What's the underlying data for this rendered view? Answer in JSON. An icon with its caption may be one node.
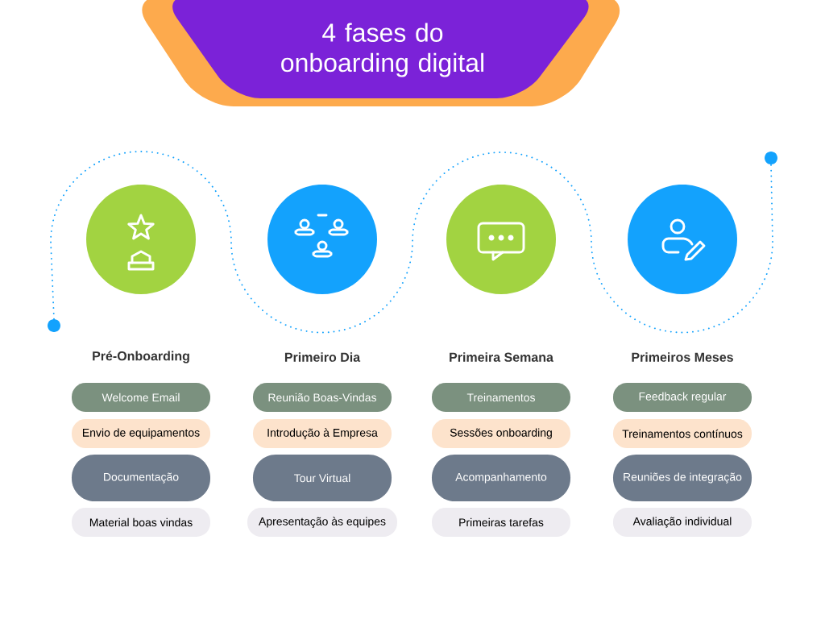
{
  "diagram": {
    "title": "4 fases do onboarding digital",
    "nodes": [
      {
        "text": [],
        "shape": "circle"
      },
      {
        "text": [
          "Pré-Onboarding"
        ]
      },
      {
        "text": [
          "Welcome Email"
        ]
      },
      {
        "text": [
          "Envio de equipamentos"
        ]
      },
      {
        "text": [
          "Documentação"
        ]
      },
      {
        "text": [
          "Material boas vindas"
        ]
      },
      {
        "text": [],
        "shape": "circle"
      },
      {
        "text": [
          "Primeiro Dia"
        ]
      },
      {
        "text": [
          "Reunião Boas-Vindas"
        ]
      },
      {
        "text": [
          "Introdução à Empresa"
        ]
      },
      {
        "text": [
          "Tour Virtual"
        ]
      },
      {
        "text": [
          "Apresentação às equipes"
        ]
      },
      {
        "text": [],
        "shape": "circle"
      },
      {
        "text": [
          "Primeira Semana"
        ]
      },
      {
        "text": [
          "Treinamentos"
        ]
      },
      {
        "text": [
          "Sessões onboarding"
        ]
      },
      {
        "text": [
          "Acompanhamento"
        ]
      },
      {
        "text": [
          "Primeiras tarefas"
        ]
      },
      {
        "text": [],
        "shape": "circle"
      },
      {
        "text": [
          "Primeiros Meses"
        ]
      },
      {
        "text": [
          "Feedback regular"
        ]
      },
      {
        "text": [
          "Treinamentos contínuos"
        ]
      },
      {
        "text": [
          "Reuniões de integração"
        ]
      },
      {
        "text": [
          "Avaliação individual"
        ]
      },
      {
        "text": [],
        "shape": "circle"
      },
      {
        "text": [],
        "shape": "circle"
      }
    ],
    "edges": [
      {
        "from": 24,
        "to": 25,
        "arrow": "none",
        "style": "dashed"
      }
    ]
  }
}
